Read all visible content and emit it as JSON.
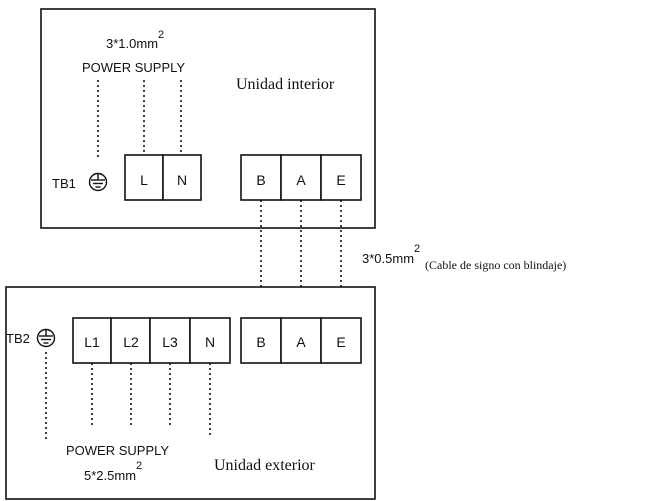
{
  "indoor_unit": {
    "label": "Unidad interior",
    "block": "TB1",
    "power_terminals": [
      "L",
      "N"
    ],
    "signal_terminals": [
      "B",
      "A",
      "E"
    ],
    "power_supply": {
      "label": "POWER  SUPPLY",
      "cable": "3*1.0mm",
      "cable_exp": "2"
    }
  },
  "signal_cable": {
    "spec": "3*0.5mm",
    "spec_exp": "2",
    "note": "(Cable de signo con blindaje)"
  },
  "outdoor_unit": {
    "label": "Unidad exterior",
    "block": "TB2",
    "power_terminals": [
      "L1",
      "L2",
      "L3",
      "N"
    ],
    "signal_terminals": [
      "B",
      "A",
      "E"
    ],
    "power_supply": {
      "label": "POWER  SUPPLY",
      "cable": "5*2.5mm",
      "cable_exp": "2"
    }
  }
}
